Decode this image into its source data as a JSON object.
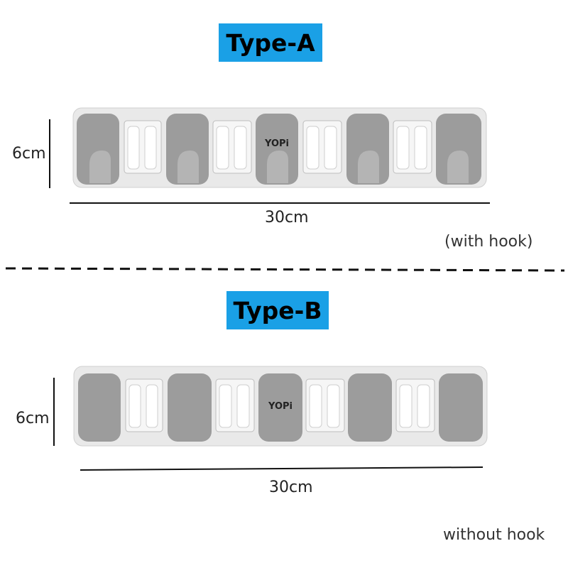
{
  "type_a": {
    "title": "Type-A",
    "height_label": "6cm",
    "width_label": "30cm",
    "note": "(with hook)",
    "brand": "YOPi"
  },
  "type_b": {
    "title": "Type-B",
    "height_label": "6cm",
    "width_label": "30cm",
    "note": "without hook",
    "brand": "YOPi"
  },
  "colors": {
    "badge": "#1aa0e6",
    "pad": "#9a9a9a",
    "frame": "#e8e8e8",
    "roller": "#f4f4f4"
  }
}
